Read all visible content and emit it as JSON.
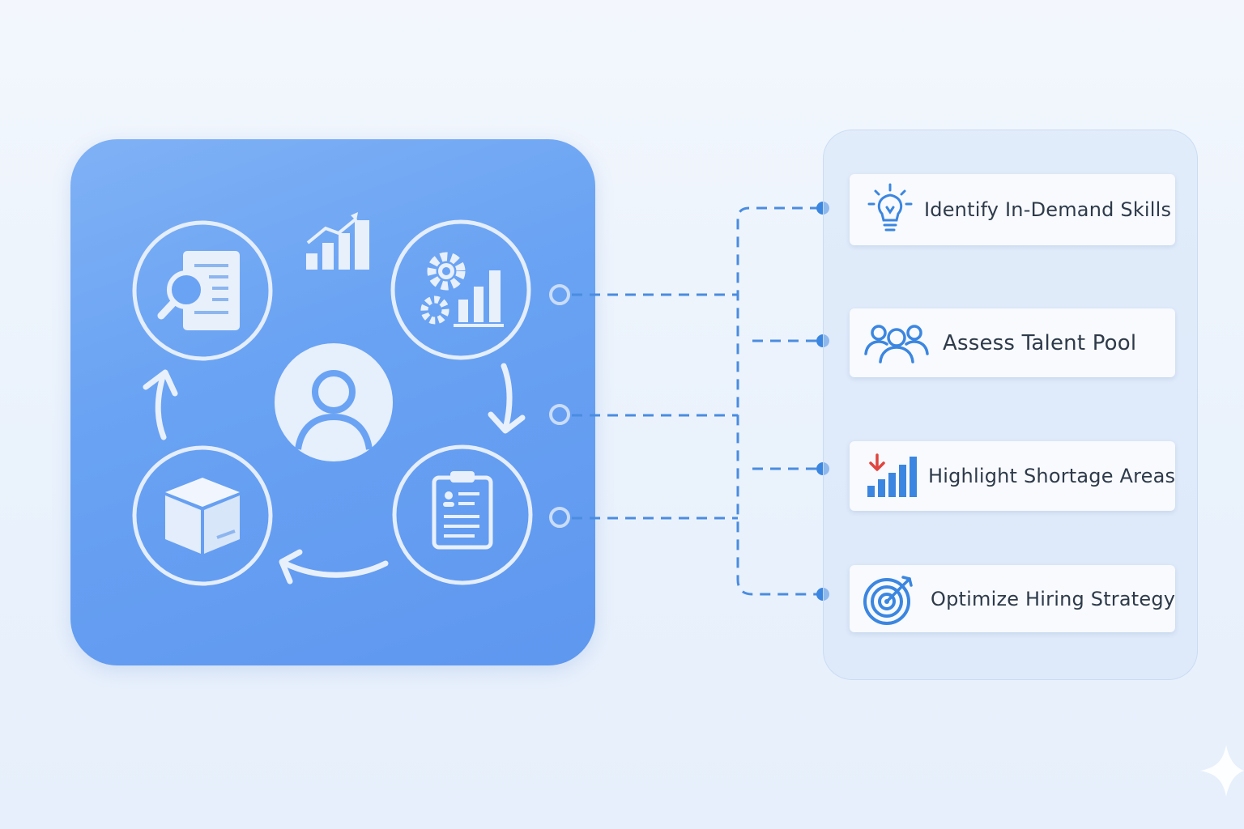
{
  "right_panel": {
    "items": [
      {
        "label": "Identify In-Demand Skills",
        "icon": "lightbulb-icon"
      },
      {
        "label": "Assess Talent Pool",
        "icon": "people-group-icon"
      },
      {
        "label": "Highlight Shortage Areas",
        "icon": "shortage-bar-chart-icon"
      },
      {
        "label": "Optimize Hiring Strategy",
        "icon": "target-icon"
      }
    ]
  },
  "left_panel": {
    "icons": [
      "document-search-icon",
      "growth-chart-icon",
      "gears-chart-icon",
      "user-icon",
      "box-icon",
      "clipboard-icon"
    ]
  },
  "colors": {
    "panel_blue": "#6aa3f3",
    "accent_blue": "#3b86e0",
    "connector_blue": "#4a8ce0",
    "alert_red": "#e0453f"
  }
}
